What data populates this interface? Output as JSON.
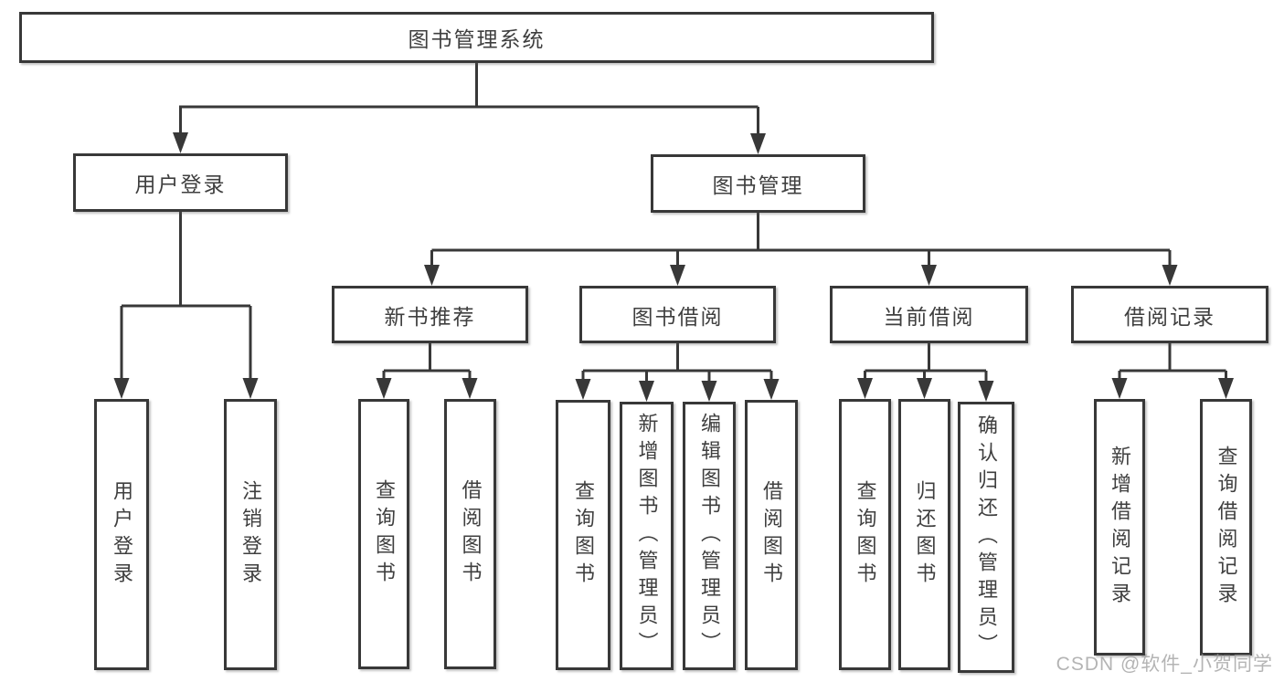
{
  "diagram_title": "图书管理系统",
  "tree": {
    "label": "图书管理系统",
    "children": [
      {
        "label": "用户登录",
        "children": [
          {
            "label": "用户登录"
          },
          {
            "label": "注销登录"
          }
        ]
      },
      {
        "label": "图书管理",
        "children": [
          {
            "label": "新书推荐",
            "children": [
              {
                "label": "查询图书"
              },
              {
                "label": "借阅图书"
              }
            ]
          },
          {
            "label": "图书借阅",
            "children": [
              {
                "label": "查询图书"
              },
              {
                "label": "新增图书（管理员）"
              },
              {
                "label": "编辑图书（管理员）"
              },
              {
                "label": "借阅图书"
              }
            ]
          },
          {
            "label": "当前借阅",
            "children": [
              {
                "label": "查询图书"
              },
              {
                "label": "归还图书"
              },
              {
                "label": "确认归还（管理员）"
              }
            ]
          },
          {
            "label": "借阅记录",
            "children": [
              {
                "label": "新增借阅记录"
              },
              {
                "label": "查询借阅记录"
              }
            ]
          }
        ]
      }
    ]
  },
  "watermark": {
    "text": "CSDN @软件_小贺同学"
  },
  "colors": {
    "line": "#383838",
    "box_border": "#383838",
    "box_background": "#ffffff",
    "text": "#3f3f3f",
    "watermark": "#9b9b9b",
    "page_background": "#ffffff"
  }
}
